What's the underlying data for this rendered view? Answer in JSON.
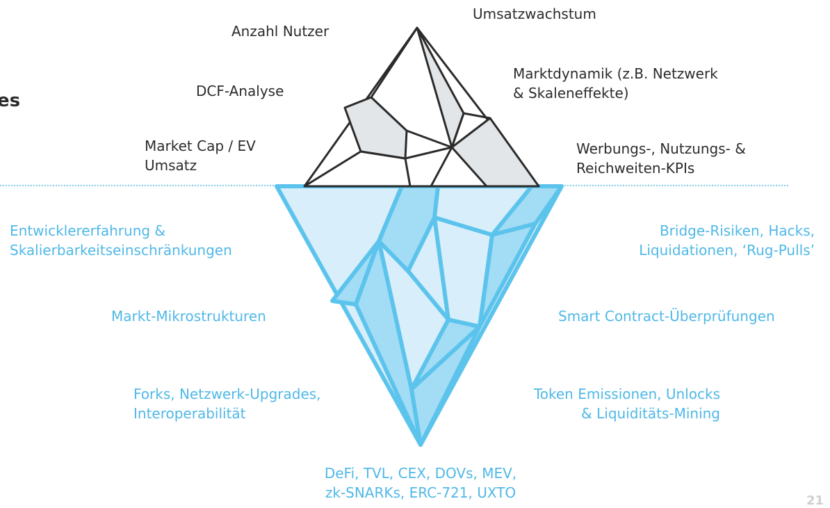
{
  "header": {
    "title_fragment": "es"
  },
  "above_water": {
    "umsatzwachstum": "Umsatzwachstum",
    "anzahl_nutzer": "Anzahl Nutzer",
    "dcf": "DCF-Analyse",
    "marktdynamik": [
      "Marktdynamik (z.B. Netzwerk",
      "& Skaleneffekte)"
    ],
    "market_cap": [
      "Market Cap / EV",
      "Umsatz"
    ],
    "werbung": [
      "Werbungs-, Nutzungs- &",
      "Reichweiten-KPIs"
    ]
  },
  "below_water": {
    "entwickler": [
      "Entwicklererfahrung &",
      "Skalierbarkeitseinschränkungen"
    ],
    "bridge": [
      "Bridge-Risiken, Hacks,",
      "Liquidationen, ‘Rug-Pulls’"
    ],
    "markt_mikro": "Markt-Mikrostrukturen",
    "smart_contract": "Smart Contract-Überprüfungen",
    "forks": [
      "Forks, Netzwerk-Upgrades,",
      "Interoperabilität"
    ],
    "token": [
      "Token Emissionen, Unlocks",
      "& Liquiditäts-Mining"
    ],
    "defi": [
      "DeFi, TVL, CEX, DOVs, MEV,",
      "zk-SNARKs, ERC-721, UXTO"
    ]
  },
  "colors": {
    "dark_text": "#2b2b2b",
    "blue_text": "#4fb8e6",
    "ice_light": "#d8eefa",
    "ice_mid": "#a3dcf5",
    "ice_stroke": "#5cc4ec",
    "tip_fill": "#e3e6e8"
  },
  "page_number": "21"
}
